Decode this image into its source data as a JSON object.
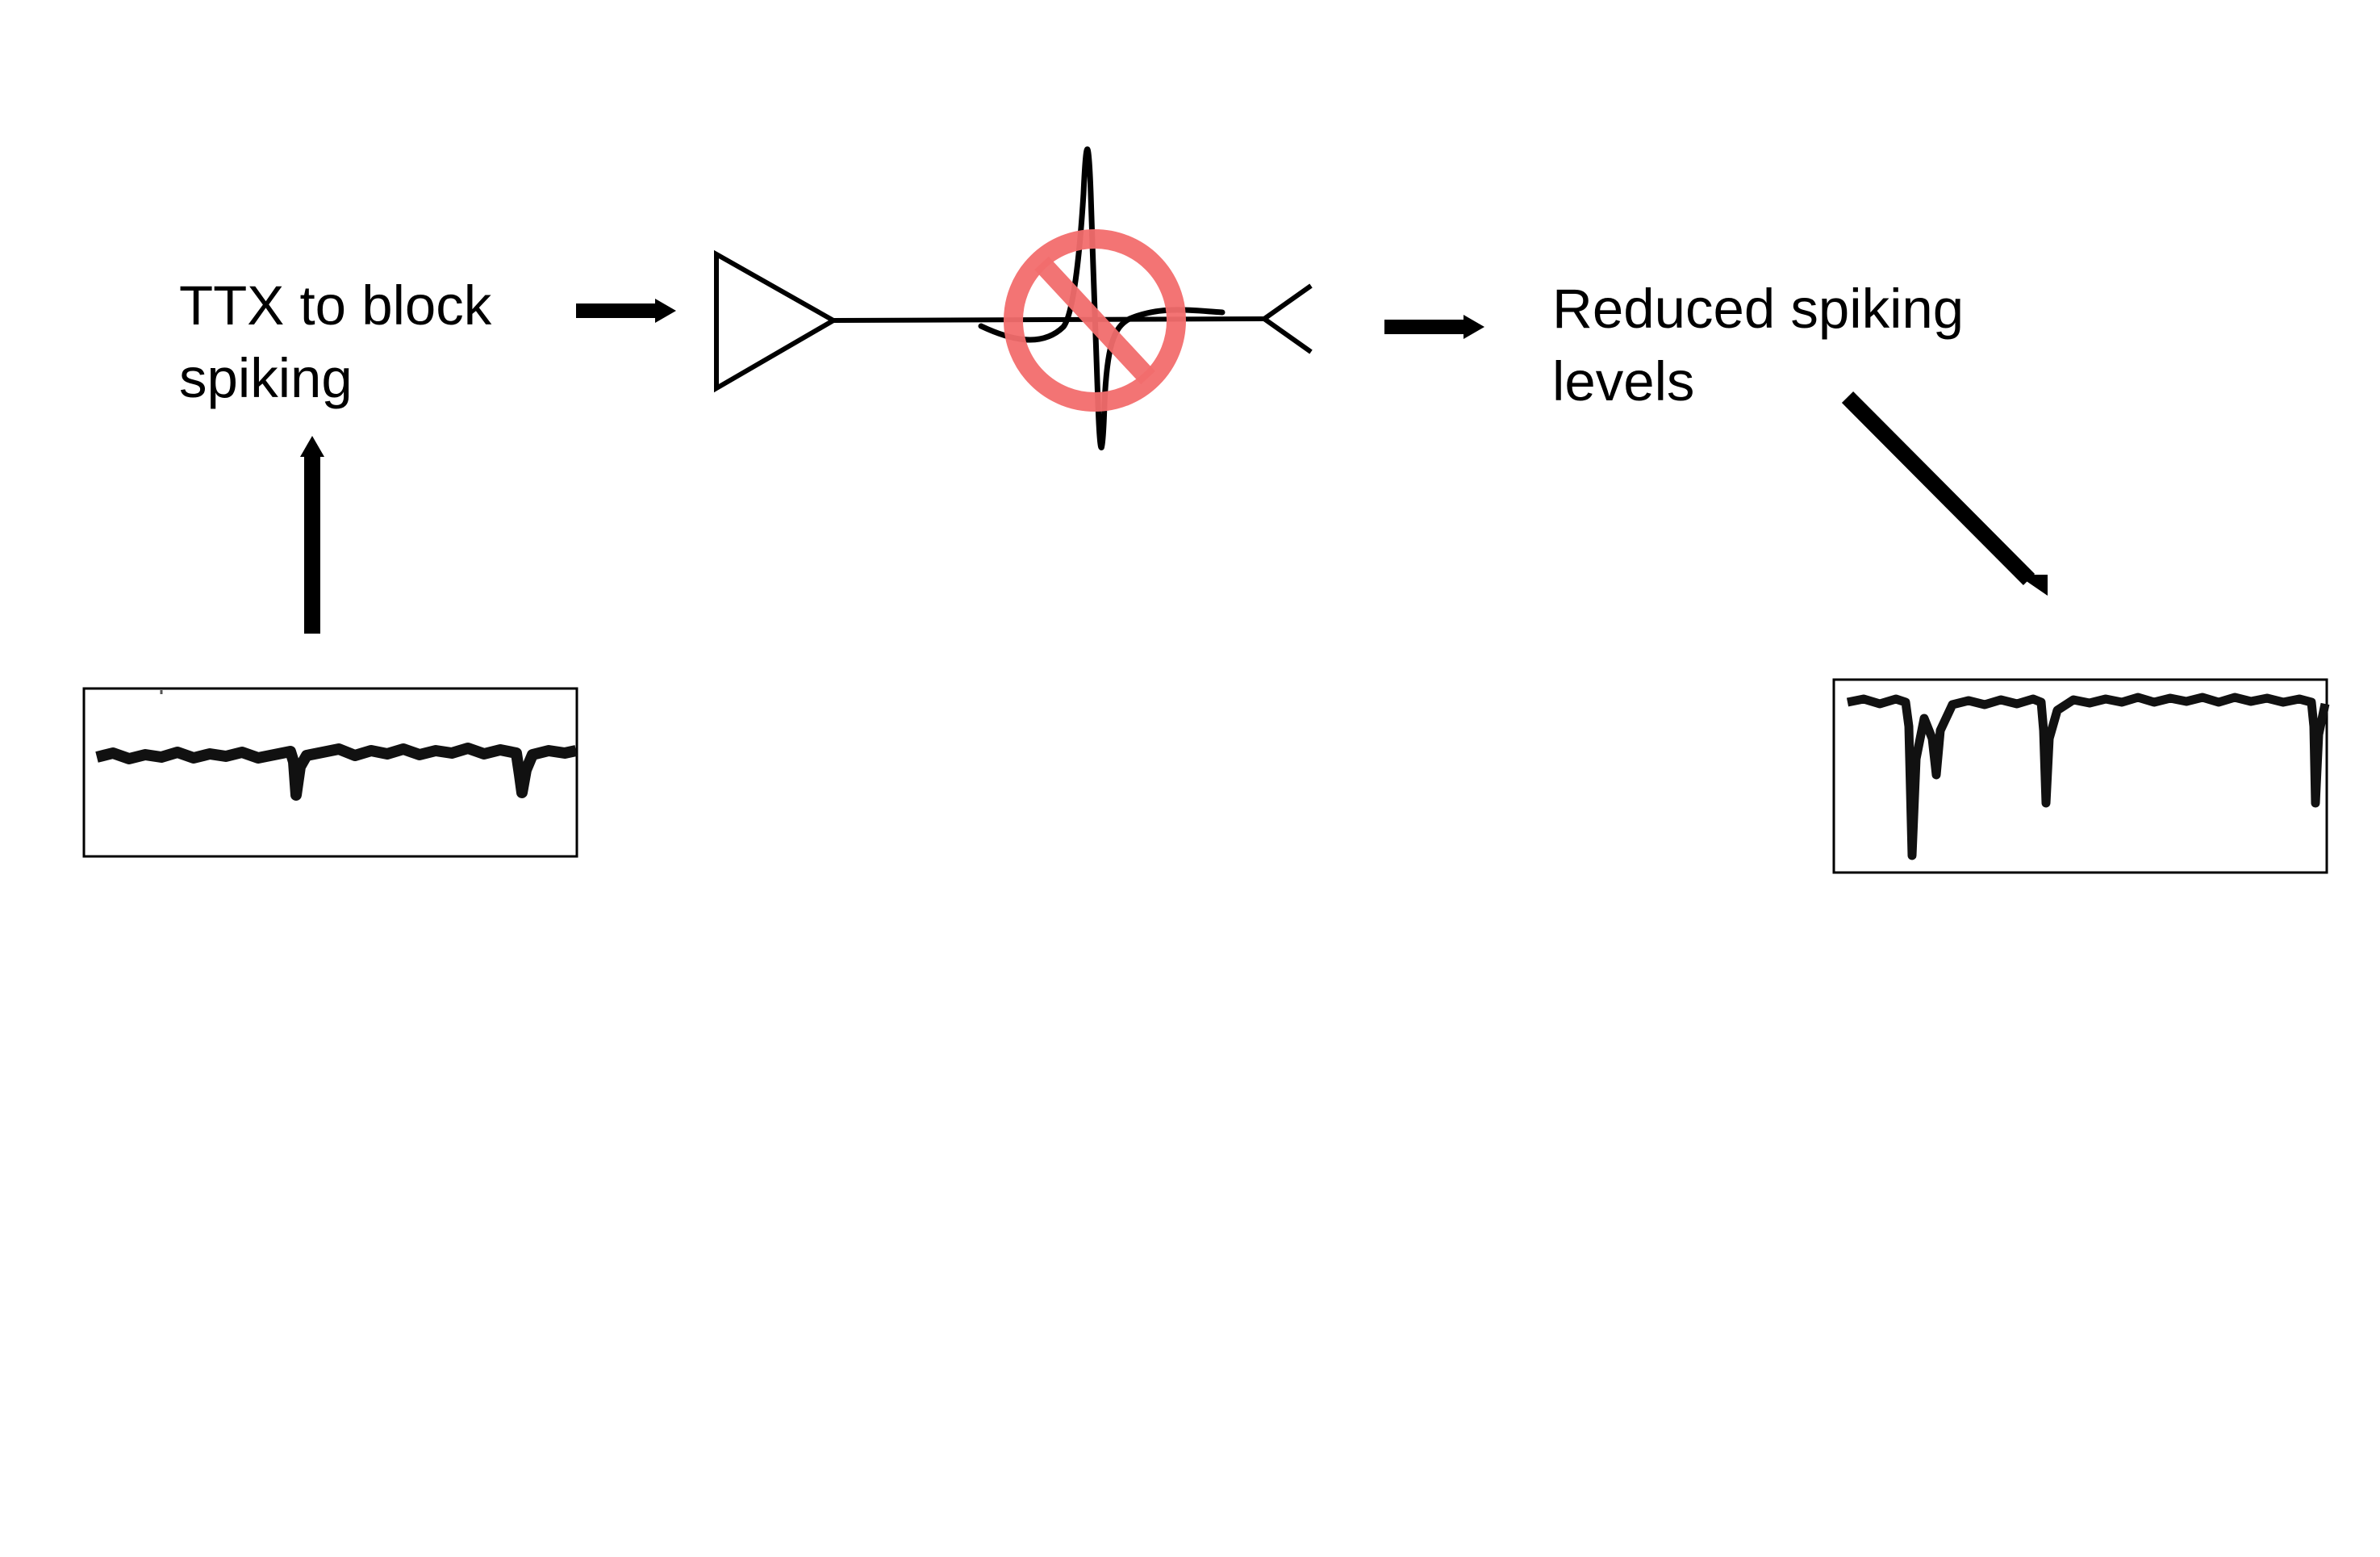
{
  "labels": {
    "ttx_line1": "TTX to block",
    "ttx_line2": "spiking",
    "reduced_line1": "Reduced spiking",
    "reduced_line2": "levels"
  },
  "colors": {
    "ink": "#000000",
    "prohibition": "#f26d6d",
    "background": "#ffffff"
  },
  "icons": {
    "neuron": "neuron-axon-icon",
    "action_potential": "action-potential-icon",
    "blocked": "prohibition-sign-icon"
  }
}
